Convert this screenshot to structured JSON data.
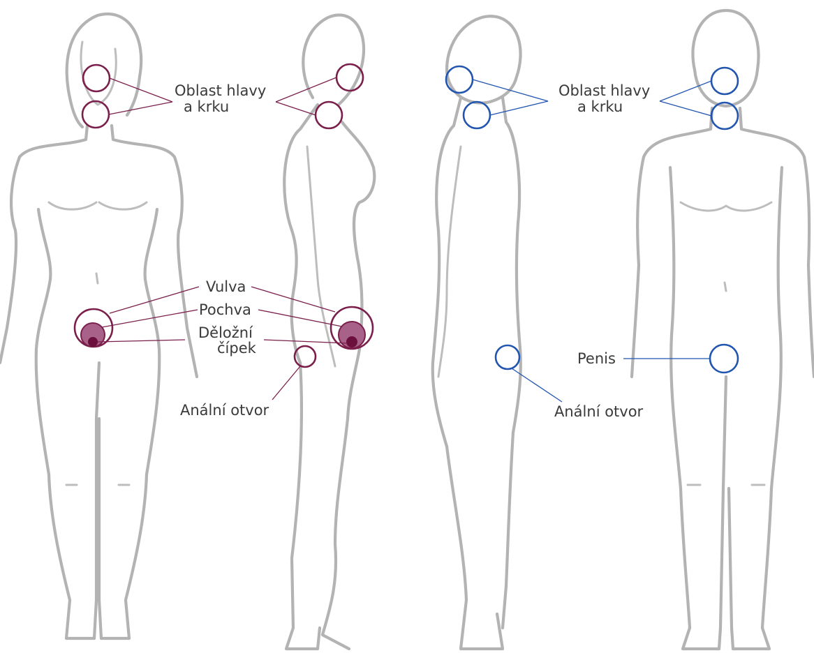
{
  "colors": {
    "female_accent": "#7a1f4b",
    "female_fill_light": "#a8628a",
    "female_fill_dark": "#6b0f3c",
    "male_accent": "#2255b0",
    "body_outline": "#b3b3b3",
    "text": "#3a3a3a"
  },
  "figures": [
    {
      "view": "female-front"
    },
    {
      "view": "female-side"
    },
    {
      "view": "male-side"
    },
    {
      "view": "male-front"
    }
  ],
  "labels": {
    "female": {
      "head_neck_line1": "Oblast hlavy",
      "head_neck_line2": "a krku",
      "vulva": "Vulva",
      "vagina": "Pochva",
      "cervix_line1": "Děložní",
      "cervix_line2": "čípek",
      "anus": "Anální otvor"
    },
    "male": {
      "head_neck_line1": "Oblast hlavy",
      "head_neck_line2": "a krku",
      "penis": "Penis",
      "anus": "Anální otvor"
    }
  }
}
